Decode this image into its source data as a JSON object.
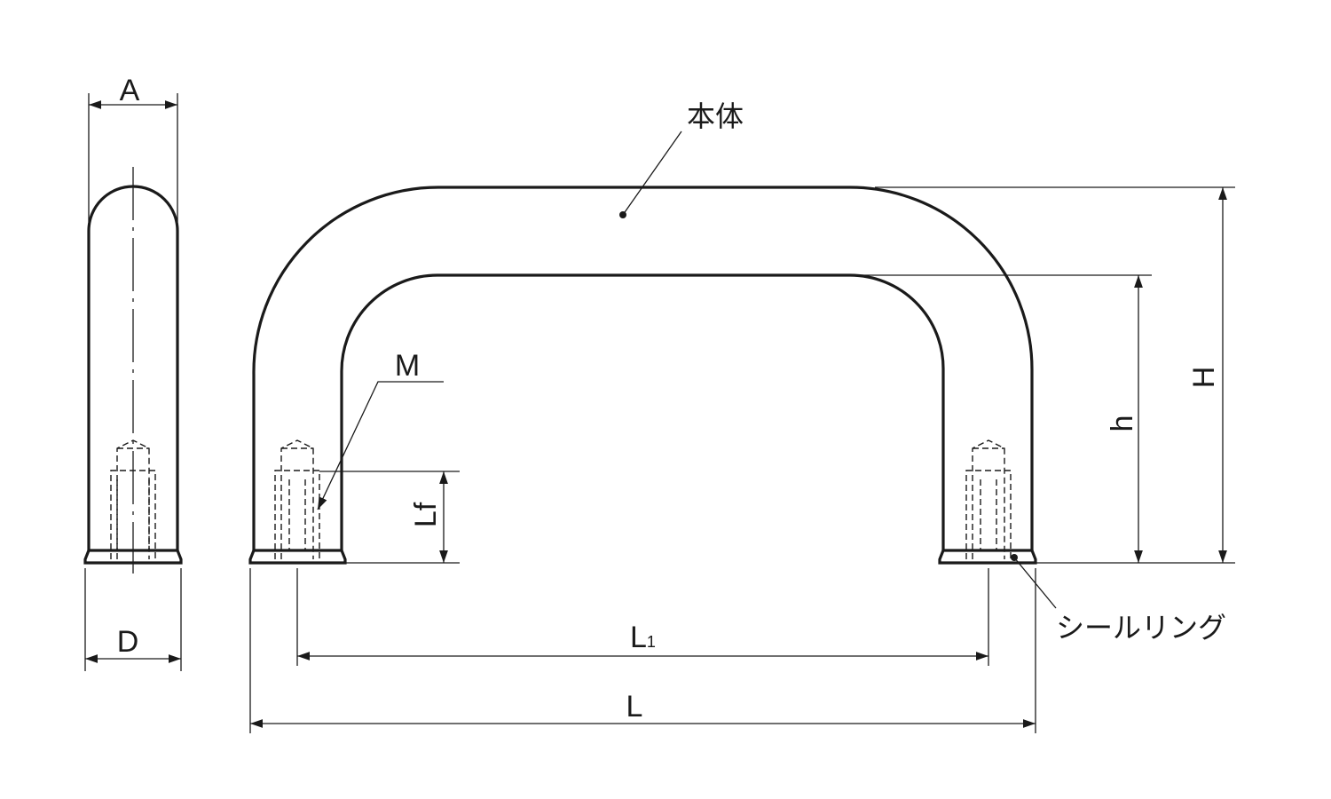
{
  "labels": {
    "A": "A",
    "D": "D",
    "body": "本体",
    "M": "M",
    "Lf": "Lf",
    "h": "h",
    "H": "H",
    "L1_main": "L",
    "L1_sub": "1",
    "L": "L",
    "seal_ring": "シールリング"
  }
}
